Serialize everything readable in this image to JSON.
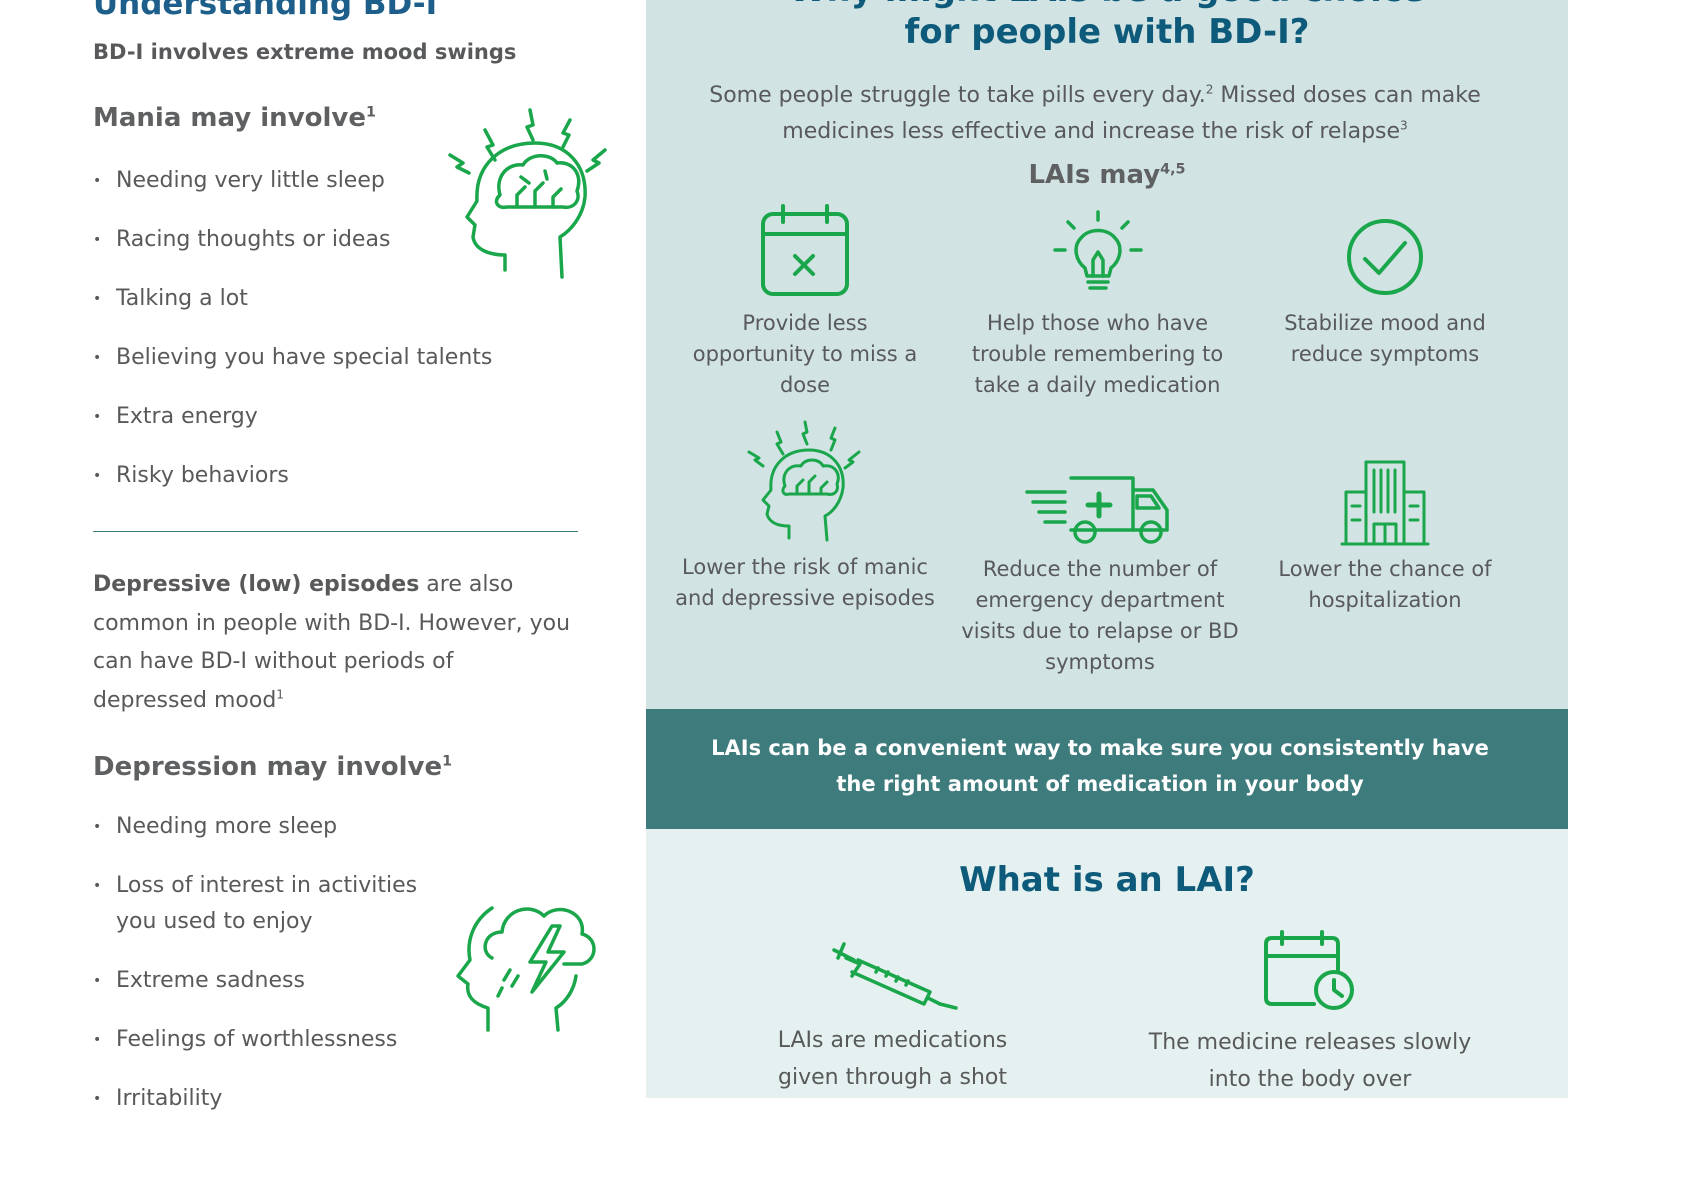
{
  "left": {
    "title": "Understanding BD-I",
    "subtitle": "BD-I involves extreme mood swings",
    "mania": {
      "heading": "Mania may involve",
      "heading_sup": "1",
      "items": [
        "Needing very little sleep",
        "Racing thoughts or ideas",
        "Talking a lot",
        "Believing you have special talents",
        "Extra energy",
        "Risky behaviors"
      ],
      "icon": "head-brain-lightning-icon"
    },
    "depressive_paragraph": {
      "bold": "Depressive (low) episodes",
      "rest": " are also common in people with BD-I. However, you can have BD-I without periods of depressed mood",
      "sup": "1"
    },
    "depression": {
      "heading": "Depression may involve",
      "heading_sup": "1",
      "items": [
        "Needing more sleep",
        "Loss of interest in activities you used to enjoy",
        "Extreme sadness",
        "Feelings of worthlessness",
        "Irritability"
      ],
      "icon": "head-storm-cloud-icon"
    }
  },
  "right": {
    "heading_partial": "Why might LAIs be a good choice",
    "heading": "for people with BD-I?",
    "intro": {
      "part1": "Some people struggle to take pills every day.",
      "sup1": "2",
      "part2": " Missed doses can make medicines less effective and increase the risk of relapse",
      "sup2": "3"
    },
    "lais_may": "LAIs may",
    "lais_may_sup": "4,5",
    "benefits": [
      {
        "icon": "calendar-x-icon",
        "label": "Provide less opportunity to miss a dose"
      },
      {
        "icon": "lightbulb-icon",
        "label": "Help those who have trouble remembering to take a daily medication"
      },
      {
        "icon": "check-circle-icon",
        "label": "Stabilize mood and reduce symptoms"
      },
      {
        "icon": "head-brain-lightning-icon",
        "label": "Lower the risk of manic and depressive episodes"
      },
      {
        "icon": "ambulance-icon",
        "label": "Reduce the number of emergency department visits due to relapse or BD symptoms"
      },
      {
        "icon": "hospital-building-icon",
        "label": "Lower the chance of hospitalization"
      }
    ],
    "banner": "LAIs can be a convenient way to make sure you consistently have the right amount of medication in your body",
    "what_is": {
      "heading": "What is an LAI?",
      "items": [
        {
          "icon": "syringe-icon",
          "text": "LAIs are medications given through a shot"
        },
        {
          "icon": "calendar-clock-icon",
          "text": "The medicine releases slowly into the body over"
        }
      ]
    }
  },
  "colors": {
    "green": "#1aa64a",
    "heading_blue": "#0d5a7a",
    "panel_light": "#d1e3e3",
    "panel_lighter": "#e5f0f0",
    "banner_teal": "#3e7b7c",
    "body_text": "#58595b"
  }
}
